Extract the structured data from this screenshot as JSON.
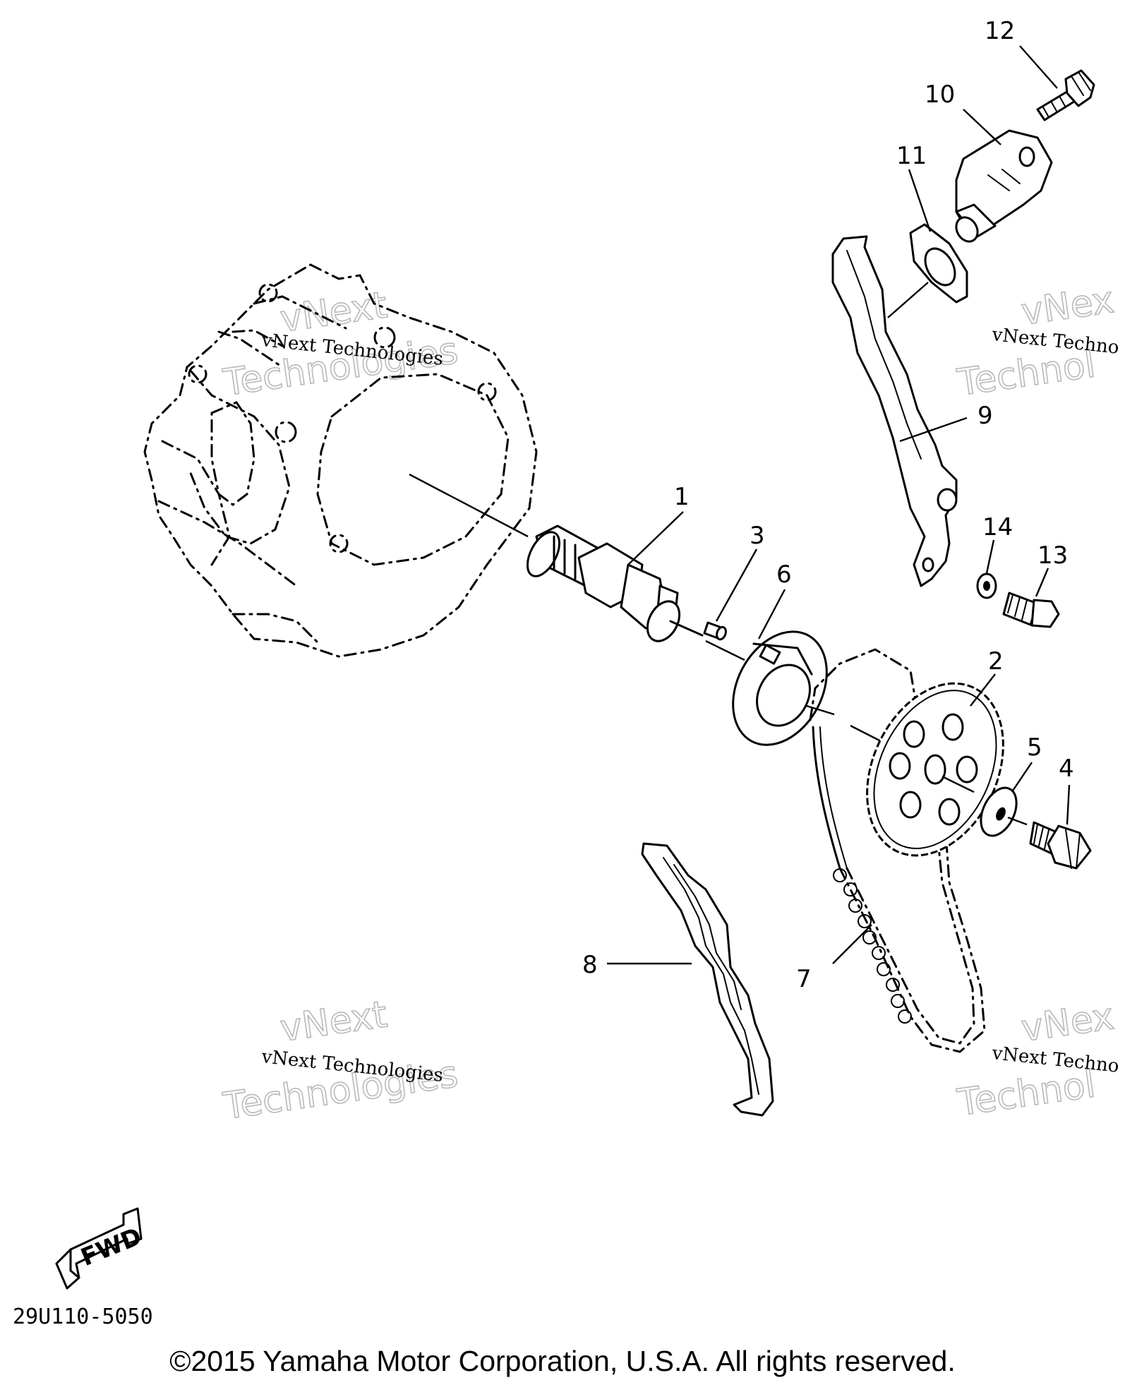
{
  "diagram": {
    "part_code": "29U110-5050",
    "fwd_label": "FWD",
    "callouts": [
      "1",
      "2",
      "3",
      "4",
      "5",
      "6",
      "7",
      "8",
      "9",
      "10",
      "11",
      "12",
      "13",
      "14"
    ],
    "watermark": {
      "line1": "vNext Technologies",
      "line2": "vNext",
      "line3": "Technologies",
      "partial_line1": "vNext Techno",
      "partial_line2": "vNex",
      "partial_line3": "Technol"
    }
  },
  "footer": {
    "copyright": "©2015 Yamaha Motor Corporation, U.S.A. All rights reserved."
  }
}
